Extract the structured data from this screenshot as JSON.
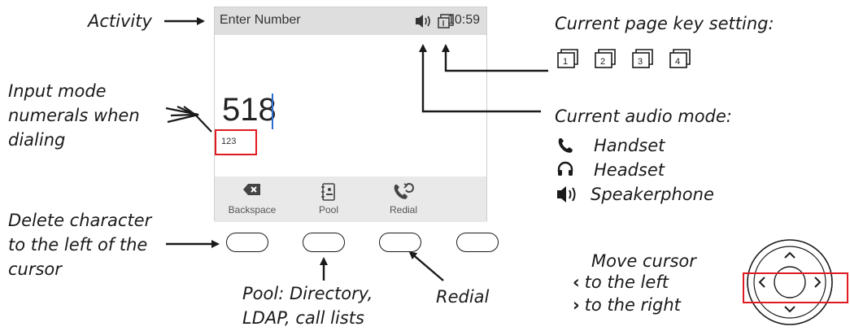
{
  "screen": {
    "title": "Enter Number",
    "time": "10:59",
    "dialed_number": "518",
    "input_mode": "123",
    "softkeys": [
      {
        "label": "Backspace",
        "icon": "backspace-icon"
      },
      {
        "label": "Pool",
        "icon": "directory-icon"
      },
      {
        "label": "Redial",
        "icon": "redial-icon"
      }
    ]
  },
  "annotations": {
    "activity": "Activity",
    "input_mode_line1": "Input mode",
    "input_mode_line2": "numerals when",
    "input_mode_line3": "dialing",
    "delete_line1": "Delete character",
    "delete_line2": "to the left of the",
    "delete_line3": "cursor",
    "pool_line1": "Pool:  Directory,",
    "pool_line2": "LDAP, call lists",
    "redial": "Redial",
    "page_key_title": "Current page key setting:",
    "page_keys": [
      "1",
      "2",
      "3",
      "4"
    ],
    "audio_title": "Current audio mode:",
    "audio_modes": [
      {
        "label": "Handset",
        "icon": "handset-icon"
      },
      {
        "label": "Headset",
        "icon": "headset-icon"
      },
      {
        "label": "Speakerphone",
        "icon": "speaker-icon"
      }
    ],
    "move_title": "Move cursor",
    "move_left": "to the left",
    "move_right": "to the right"
  },
  "colors": {
    "highlight": "#e01a22",
    "caret": "#2c6fd1",
    "status_bar": "#dedede",
    "softkey_bar": "#e9e9e9"
  }
}
